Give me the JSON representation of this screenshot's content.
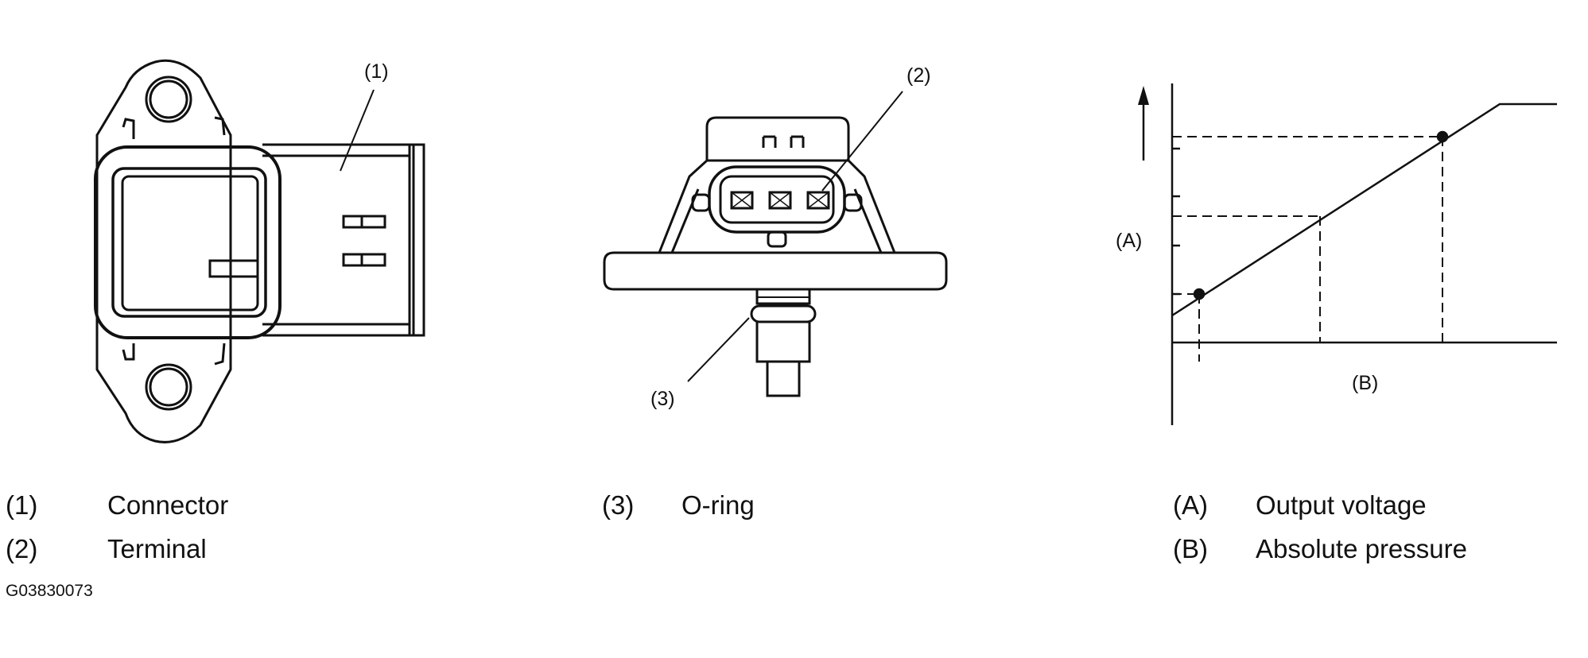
{
  "callouts": {
    "c1": "(1)",
    "c2": "(2)",
    "c3": "(3)"
  },
  "graph": {
    "y_label": "(A)",
    "x_label": "(B)"
  },
  "legend": [
    {
      "num": "(1)",
      "text": "Connector"
    },
    {
      "num": "(2)",
      "text": "Terminal"
    },
    {
      "num": "(3)",
      "text": "O-ring"
    },
    {
      "num": "(A)",
      "text": "Output voltage"
    },
    {
      "num": "(B)",
      "text": "Absolute pressure"
    }
  ],
  "figure_code": "G03830073"
}
